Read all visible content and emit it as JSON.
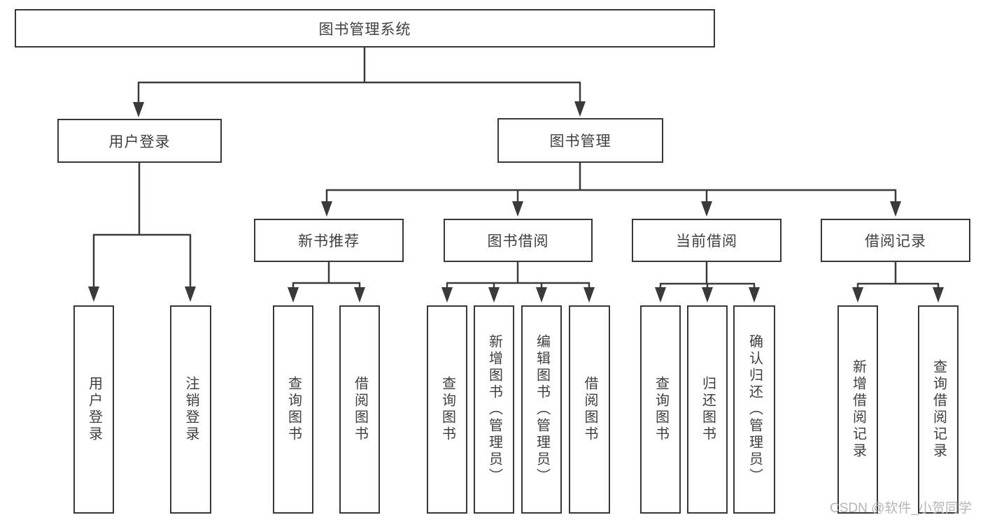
{
  "diagram": {
    "tree": {
      "label": "图书管理系统",
      "children": [
        {
          "label": "用户登录",
          "children": [
            {
              "label": "用户登录"
            },
            {
              "label": "注销登录"
            }
          ]
        },
        {
          "label": "图书管理",
          "children": [
            {
              "label": "新书推荐",
              "children": [
                {
                  "label": "查询图书"
                },
                {
                  "label": "借阅图书"
                }
              ]
            },
            {
              "label": "图书借阅",
              "children": [
                {
                  "label": "查询图书"
                },
                {
                  "label": "新增图书（管理员）"
                },
                {
                  "label": "编辑图书（管理员）"
                },
                {
                  "label": "借阅图书"
                }
              ]
            },
            {
              "label": "当前借阅",
              "children": [
                {
                  "label": "查询图书"
                },
                {
                  "label": "归还图书"
                },
                {
                  "label": "确认归还（管理员）"
                }
              ]
            },
            {
              "label": "借阅记录",
              "children": [
                {
                  "label": "新增借阅记录"
                },
                {
                  "label": "查询借阅记录"
                }
              ]
            }
          ]
        }
      ]
    },
    "colors": {
      "line": "#3a3a3a",
      "box_border": "#383838",
      "text": "#3f3f3f",
      "background": "#ffffff",
      "watermark": "#b5b5b5"
    }
  },
  "watermark": {
    "text": "CSDN @软件_小贺同学"
  }
}
